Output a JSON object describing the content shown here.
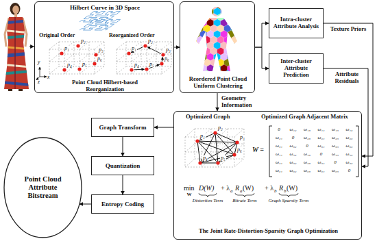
{
  "diagram": {
    "nodes": [
      {
        "text": [
          "Hilbert Curve in 3D Space",
          "Original Order",
          "Reorganized Order",
          "Point Cloud Hilbert-based Reorganization"
        ]
      },
      {
        "text": [
          "Reordered Point Cloud Uniform Clustering"
        ]
      },
      {
        "text": [
          "Intra-cluster Attribute Analysis"
        ]
      },
      {
        "text": [
          "Inter-cluster Attribute Prediction"
        ]
      },
      {
        "text": [
          "Optimized Graph",
          "Optimized Graph Adjacent Matrix",
          "The Joint Rate-Distortion-Sparsity Graph Optimization"
        ]
      },
      {
        "text": [
          "Graph Transform"
        ]
      },
      {
        "text": [
          "Quantization"
        ]
      },
      {
        "text": [
          "Entropy Coding"
        ]
      },
      {
        "text": [
          "Point Cloud Attribute Bitstream"
        ]
      }
    ],
    "edges": [
      {
        "from": 0,
        "to": 1,
        "arrow": "to"
      },
      {
        "from": 1,
        "to": 2,
        "arrow": "to"
      },
      {
        "from": 1,
        "to": 3,
        "arrow": "to"
      },
      {
        "from": 1,
        "to": 4,
        "label": "Geometry Information",
        "arrow": "to"
      },
      {
        "from": 2,
        "to": 4,
        "label": "Texture Priors",
        "arrow": "to"
      },
      {
        "from": 3,
        "to": 4,
        "label": "Attribute Residuals",
        "arrow": "to"
      },
      {
        "from": 4,
        "to": 5,
        "arrow": "to"
      },
      {
        "from": 5,
        "to": 6,
        "arrow": "to"
      },
      {
        "from": 6,
        "to": 7,
        "arrow": "to"
      },
      {
        "from": 7,
        "to": 8,
        "arrow": "to"
      }
    ],
    "labels": [
      "p₁",
      "p₂",
      "p₃",
      "p₄",
      "p₅",
      "p₆",
      "y",
      "x",
      "z",
      "p₁",
      "p₂",
      "p₃",
      "p₄",
      "p₅",
      "p₆",
      "p₁",
      "p₂",
      "p₃",
      "p₄",
      "p₅",
      "p₆",
      "W =",
      "0",
      "ω₁₂",
      "ω₁₃",
      "ω₁₄",
      "ω₁₅",
      "ω₁₆",
      "ω₂₁",
      "0",
      "ω₂₃",
      "ω₂₄",
      "ω₂₅",
      "ω₂₆",
      "ω₃₁",
      "ω₃₂",
      "0",
      "ω₃₄",
      "ω₃₅",
      "ω₃₆",
      "ω₄₁",
      "ω₄₂",
      "ω₄₃",
      "0",
      "ω₄₅",
      "ω₄₆",
      "ω₅₁",
      "ω₅₂",
      "ω₅₃",
      "ω₅₄",
      "0",
      "ω₅₆",
      "ω₆₁",
      "ω₆₂",
      "ω₆₃",
      "ω₆₄",
      "ω₆₅",
      "0",
      "min",
      "W",
      "D(W)",
      "+ λ",
      "a",
      "R",
      "a",
      "(W)",
      "+ λ",
      "b",
      "R",
      "b",
      "(W)",
      "Distortion Term",
      "Bitrate Term",
      "Graph Sparsity Term"
    ]
  }
}
